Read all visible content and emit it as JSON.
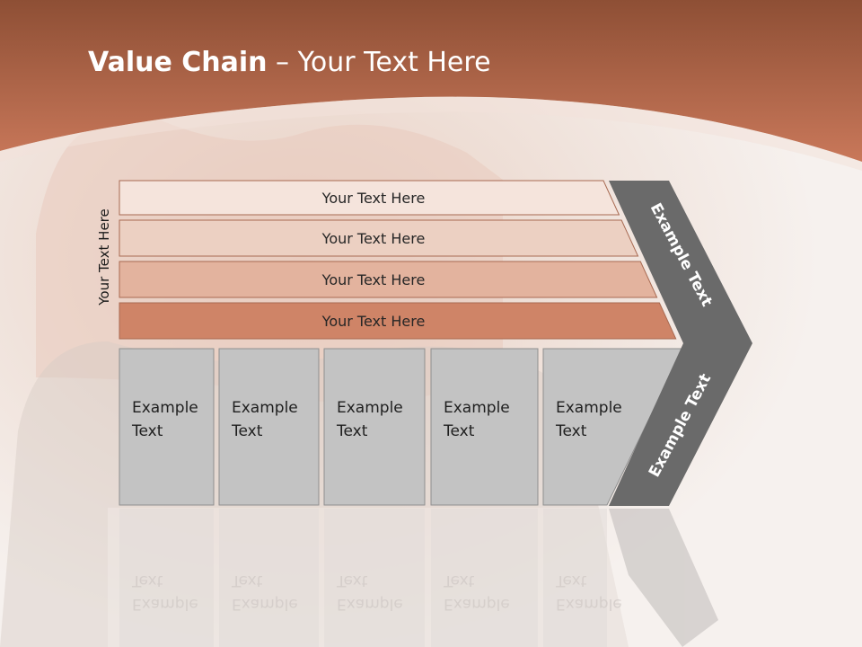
{
  "slide": {
    "title_bold": "Value Chain",
    "title_rest": " – Your Text Here",
    "vertical_label": "Your Text Here"
  },
  "rows": [
    {
      "label": "Your Text Here",
      "color": "#f5e4dc"
    },
    {
      "label": "Your Text Here",
      "color": "#ecd0c2"
    },
    {
      "label": "Your Text Here",
      "color": "#e3b39e"
    },
    {
      "label": "Your Text Here",
      "color": "#cf8467"
    }
  ],
  "boxes": [
    {
      "line1": "Example",
      "line2": "Text"
    },
    {
      "line1": "Example",
      "line2": "Text"
    },
    {
      "line1": "Example",
      "line2": "Text"
    },
    {
      "line1": "Example",
      "line2": "Text"
    },
    {
      "line1": "Example",
      "line2": "Text"
    }
  ],
  "chevron": {
    "upper_label": "Example Text",
    "lower_label": "Example Text",
    "color": "#6a6a6a"
  },
  "colors": {
    "header": "#b8684a",
    "box_fill": "#c3c3c3",
    "box_border": "#8f8f8f"
  }
}
